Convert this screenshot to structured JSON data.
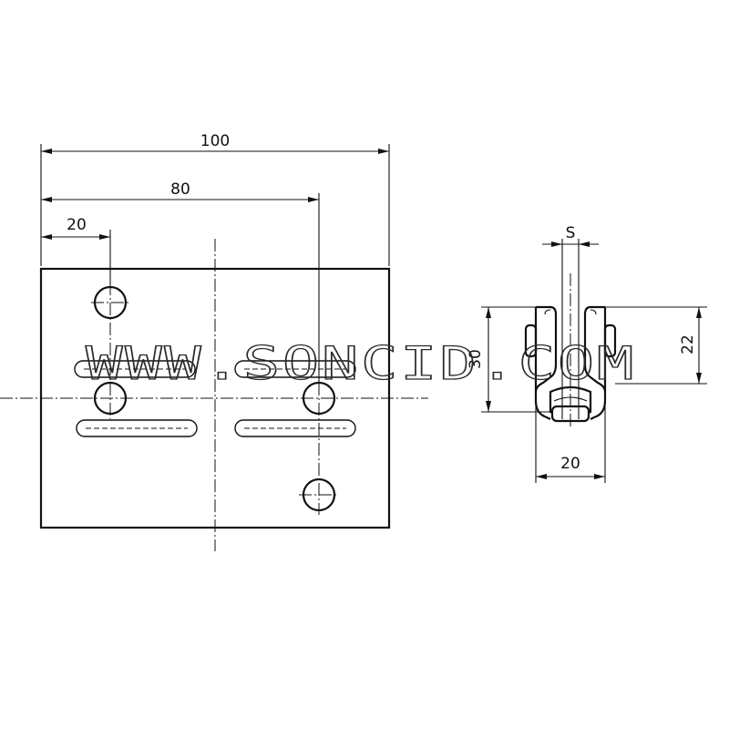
{
  "dimensions": {
    "overall_width": "100",
    "hole_spacing": "80",
    "edge_offset": "20",
    "slot_width": "S",
    "profile_height": "30",
    "profile_depth": "22",
    "profile_width": "20"
  },
  "watermark": "WWW.SONCID.COM"
}
